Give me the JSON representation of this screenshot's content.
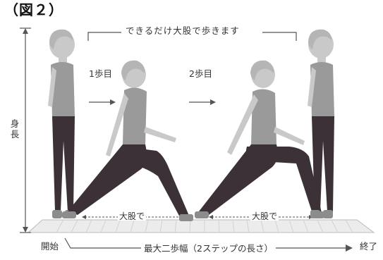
{
  "figure": {
    "title": "（図２）",
    "caption_top": "できるだけ大股で歩きます",
    "step_1": "1歩目",
    "step_2": "2歩目",
    "height_label": "身長",
    "stride_1": "大股で",
    "stride_2": "大股で",
    "start": "開始",
    "end": "終了",
    "caption_bottom": "最大二歩幅（2ステップの長さ）"
  },
  "colors": {
    "skin": "#c9c9c9",
    "hair": "#bdbdbd",
    "shirt": "#9a9a9a",
    "pants": "#3b3136",
    "shoe": "#8c8c8c",
    "mat": "#e8e8e8",
    "line": "#555555"
  }
}
